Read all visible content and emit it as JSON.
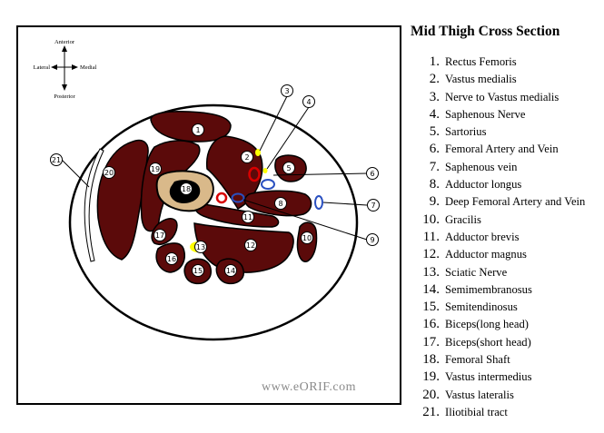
{
  "title": "Mid Thigh Cross Section",
  "compass": {
    "anterior": "Anterior",
    "posterior": "Posterior",
    "lateral": "Lateral",
    "medial": "Medial"
  },
  "watermark": "www.eORIF.com",
  "legend": [
    {
      "num": "1.",
      "label": "Rectus Femoris"
    },
    {
      "num": "2.",
      "label": "Vastus medialis"
    },
    {
      "num": "3.",
      "label": "Nerve to Vastus medialis"
    },
    {
      "num": "4.",
      "label": "Saphenous Nerve"
    },
    {
      "num": "5.",
      "label": "Sartorius"
    },
    {
      "num": "6.",
      "label": "Femoral Artery and Vein"
    },
    {
      "num": "7.",
      "label": "Saphenous vein"
    },
    {
      "num": "8.",
      "label": "Adductor longus"
    },
    {
      "num": "9.",
      "label": "Deep Femoral Artery and Vein"
    },
    {
      "num": "10.",
      "label": "Gracilis"
    },
    {
      "num": "11.",
      "label": "Adductor brevis"
    },
    {
      "num": "12.",
      "label": "Adductor magnus"
    },
    {
      "num": "13.",
      "label": "Sciatic Nerve"
    },
    {
      "num": "14.",
      "label": "Semimembranosus"
    },
    {
      "num": "15.",
      "label": "Semitendinosus"
    },
    {
      "num": "16.",
      "label": "Biceps(long head)"
    },
    {
      "num": "17.",
      "label": "Biceps(short head)"
    },
    {
      "num": "18.",
      "label": "Femoral Shaft"
    },
    {
      "num": "19.",
      "label": "Vastus intermedius"
    },
    {
      "num": "20.",
      "label": "Vastus lateralis"
    },
    {
      "num": "21.",
      "label": "Iliotibial tract"
    }
  ],
  "markers": [
    "1",
    "2",
    "3",
    "4",
    "5",
    "6",
    "7",
    "8",
    "9",
    "10",
    "11",
    "12",
    "13",
    "14",
    "15",
    "16",
    "17",
    "18",
    "19",
    "20",
    "21"
  ],
  "colors": {
    "muscle": "#5b0a0a",
    "bone": "#d9b98a",
    "marrow": "#000000",
    "artery": "#d80000",
    "vein": "#2a50c0",
    "nerve": "#ffff00",
    "outline": "#000000"
  }
}
